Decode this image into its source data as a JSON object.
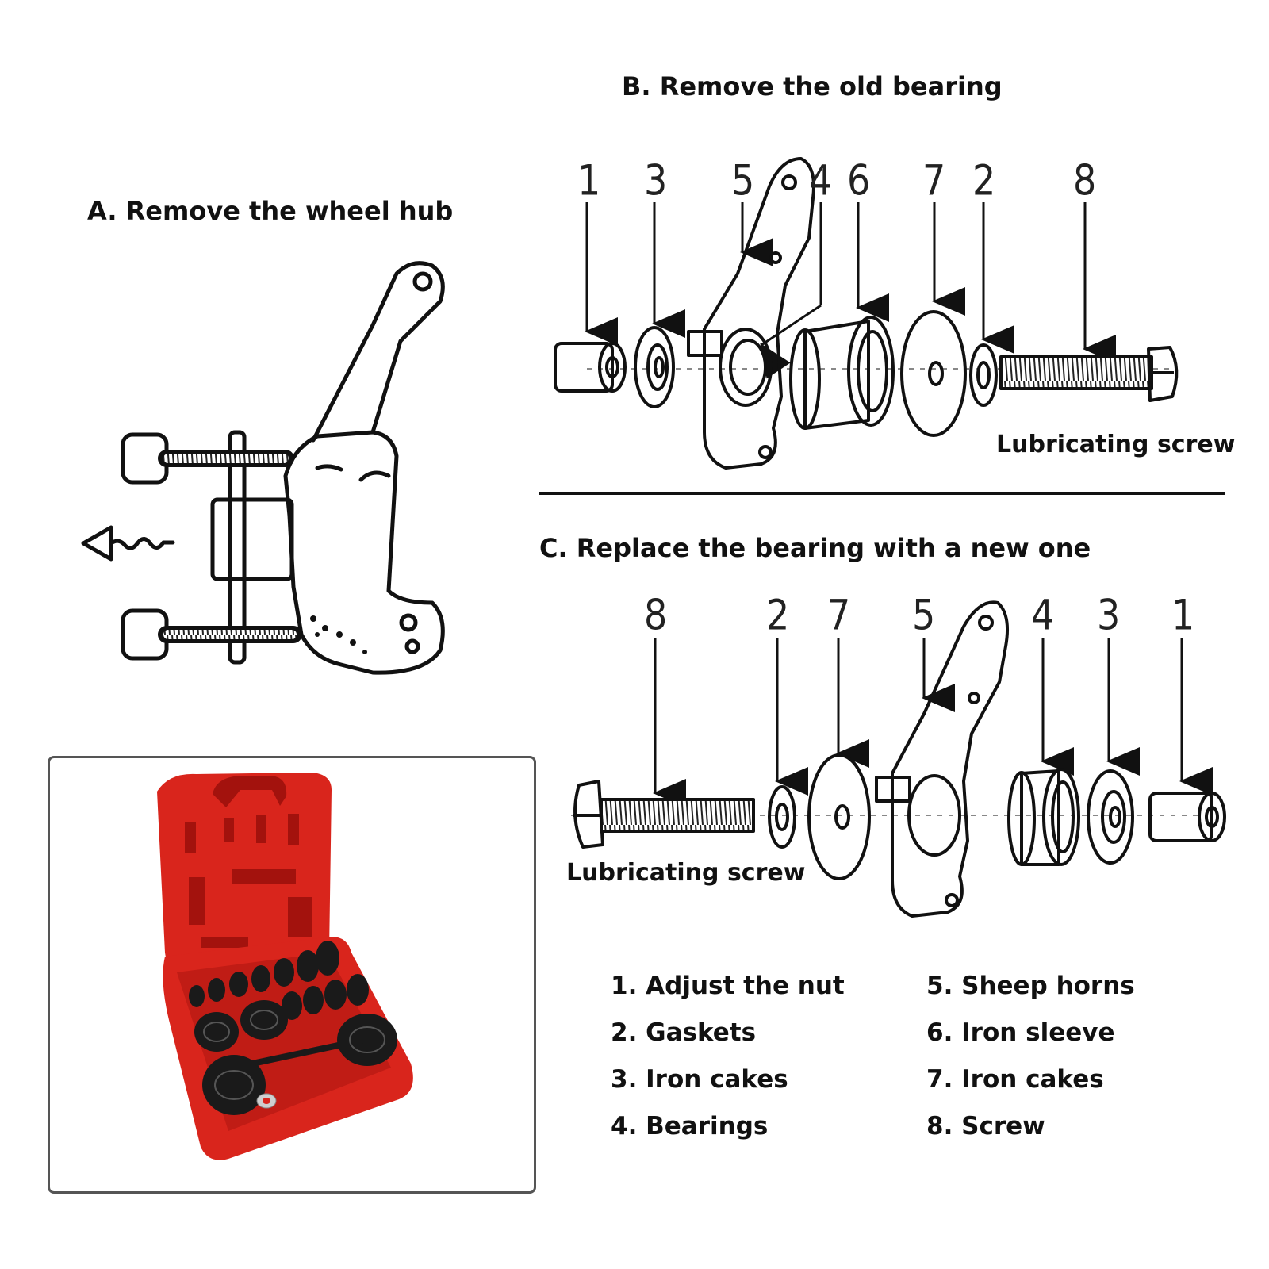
{
  "sections": {
    "a_title": "A. Remove the wheel hub",
    "b_title": "B. Remove the old bearing",
    "c_title": "C. Replace the bearing with a new one"
  },
  "diagram_b": {
    "numbers": [
      "1",
      "3",
      "5",
      "4",
      "6",
      "7",
      "2",
      "8"
    ],
    "caption": "Lubricating screw"
  },
  "diagram_c": {
    "numbers": [
      "8",
      "2",
      "7",
      "5",
      "4",
      "3",
      "1"
    ],
    "caption": "Lubricating screw"
  },
  "legend": [
    "1. Adjust the nut",
    "2. Gaskets",
    "3. Iron cakes",
    "4. Bearings",
    "5. Sheep horns",
    "6. Iron sleeve",
    "7. Iron cakes",
    "8. Screw"
  ],
  "colors": {
    "case_red": "#d9251c",
    "case_dark": "#a3120d",
    "tool_black": "#1a1a1a"
  }
}
